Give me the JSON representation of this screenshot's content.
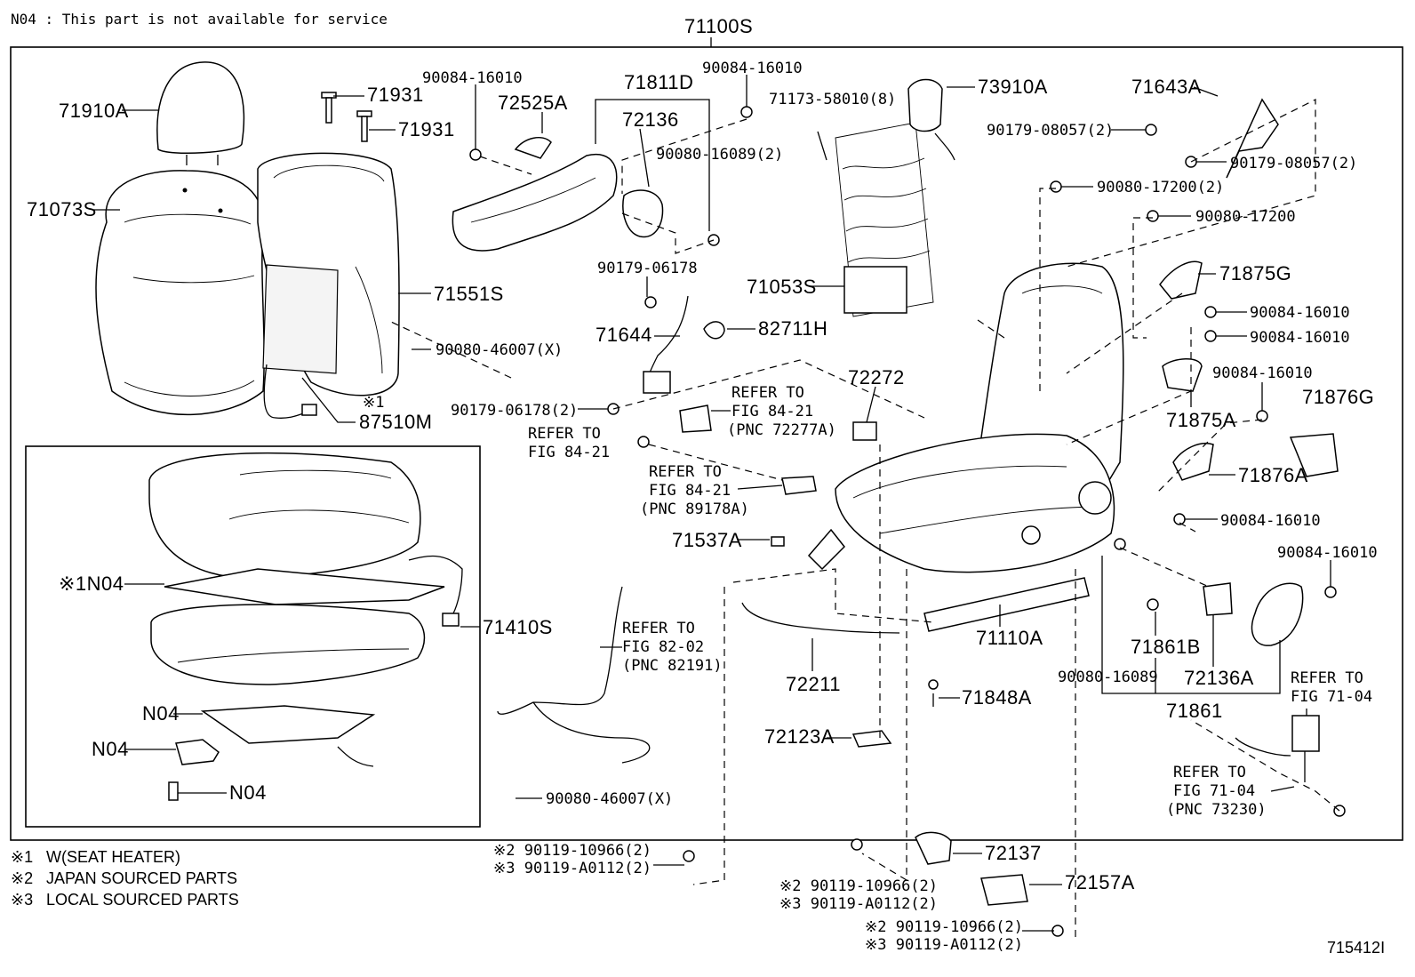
{
  "header_note": "N04 : This part is not available for service",
  "main_assembly": "71100S",
  "figure_id": "715412I",
  "legend": [
    {
      "mark": "※1",
      "text": "W(SEAT HEATER)"
    },
    {
      "mark": "※2",
      "text": "JAPAN SOURCED PARTS"
    },
    {
      "mark": "※3",
      "text": "LOCAL SOURCED PARTS"
    }
  ],
  "labels": {
    "l71910A": "71910A",
    "l71931a": "71931",
    "l71931b": "71931",
    "l71073S": "71073S",
    "l71551S": "71551S",
    "l90080_46007a": "90080-46007(X)",
    "l87510M_mark": "※1",
    "l87510M": "87510M",
    "l90084_16010a": "90084-16010",
    "l72525A": "72525A",
    "l71811D": "71811D",
    "l72136": "72136",
    "l90084_16010b": "90084-16010",
    "l90080_16089_2": "90080-16089(2)",
    "l90179_06178": "90179-06178",
    "l71644": "71644",
    "l82711H": "82711H",
    "l90179_06178_2": "90179-06178(2)",
    "l71173": "71173-58010(8)",
    "l73910A": "73910A",
    "l71053S": "71053S",
    "l71643A": "71643A",
    "l90179_08057a": "90179-08057(2)",
    "l90179_08057b": "90179-08057(2)",
    "l90080_17200_2": "90080-17200(2)",
    "l90080_17200": "90080-17200",
    "l71875G": "71875G",
    "l90084_16010c": "90084-16010",
    "l90084_16010d": "90084-16010",
    "l90084_16010e": "90084-16010",
    "l71876G": "71876G",
    "l71875A": "71875A",
    "l71876A": "71876A",
    "l90084_16010f": "90084-16010",
    "l90084_16010g": "90084-16010",
    "l72272": "72272",
    "l71537A": "71537A",
    "l72211": "72211",
    "l71110A": "71110A",
    "l71848A": "71848A",
    "l72123A": "72123A",
    "l72137": "72137",
    "l72157A": "72157A",
    "l71861B": "71861B",
    "l72136A": "72136A",
    "l90080_16089": "90080-16089",
    "l71861": "71861",
    "l71410S": "71410S",
    "l1N04": "※1N04",
    "lN04a": "N04",
    "lN04b": "N04",
    "lN04c": "N04",
    "l90080_46007b": "90080-46007(X)"
  },
  "refer_notes": {
    "r1": [
      "REFER TO",
      "FIG 84-21",
      "(PNC 72277A)"
    ],
    "r2": [
      "REFER TO",
      "FIG 84-21"
    ],
    "r3": [
      "REFER TO",
      "FIG 84-21",
      "(PNC 89178A)"
    ],
    "r4": [
      "REFER TO",
      "FIG 82-02",
      "(PNC 82191)"
    ],
    "r5": [
      "REFER TO",
      "FIG 71-04"
    ],
    "r6": [
      "REFER TO",
      "FIG 71-04",
      "(PNC 73230)"
    ]
  },
  "bolt_notes": {
    "b1": [
      "※2 90119-10966(2)",
      "※3 90119-A0112(2)"
    ],
    "b2": [
      "※2 90119-10966(2)",
      "※3 90119-A0112(2)"
    ],
    "b3": [
      "※2 90119-10966(2)",
      "※3 90119-A0112(2)"
    ]
  }
}
